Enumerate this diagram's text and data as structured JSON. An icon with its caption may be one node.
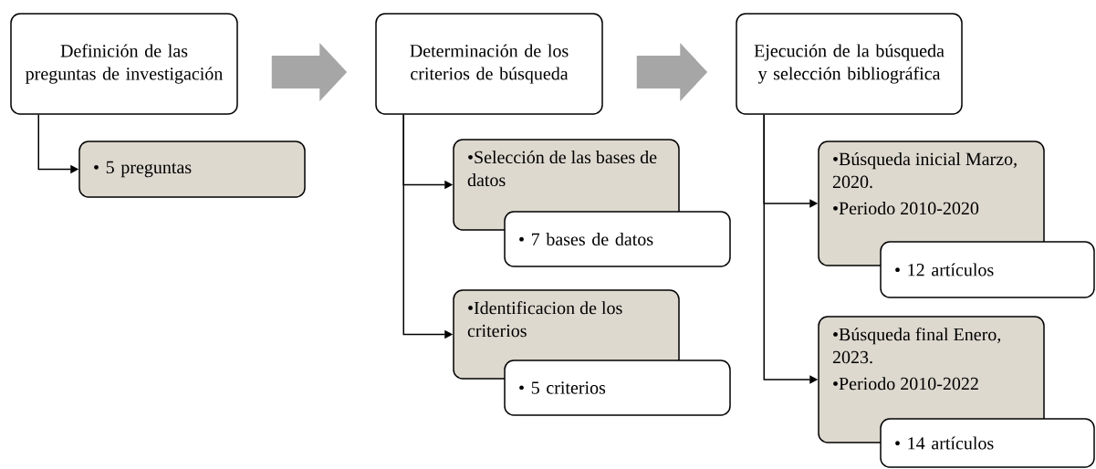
{
  "diagram": {
    "nodes": [
      {
        "text": [
          "Definición de las preguntas de investigación"
        ]
      },
      {
        "text": [
          "• 5 preguntas"
        ]
      },
      {
        "text": [
          "Determinación de los criterios de búsqueda"
        ]
      },
      {
        "text": [
          "•Selección de las bases de datos"
        ]
      },
      {
        "text": [
          "• 7 bases de datos"
        ]
      },
      {
        "text": [
          "•Identificacion de los criterios"
        ]
      },
      {
        "text": [
          "• 5 criterios"
        ]
      },
      {
        "text": [
          "Ejecución de la búsqueda y selección bibliográfica"
        ]
      },
      {
        "text": [
          "•Búsqueda inicial Marzo, 2020.",
          "•Periodo 2010-2020"
        ]
      },
      {
        "text": [
          "• 12 artículos"
        ]
      },
      {
        "text": [
          "•Búsqueda final Enero, 2023.",
          "•Periodo 2010-2022"
        ]
      },
      {
        "text": [
          "• 14 artículos"
        ]
      }
    ],
    "edges": [
      {
        "from": 0,
        "to": 2,
        "arrow": "to",
        "style": "thick",
        "color": "#a6a6a6"
      },
      {
        "from": 2,
        "to": 7,
        "arrow": "to",
        "style": "thick",
        "color": "#a6a6a6"
      },
      {
        "from": 0,
        "to": 1,
        "arrow": "to"
      },
      {
        "from": 2,
        "to": 3,
        "arrow": "to"
      },
      {
        "from": 2,
        "to": 5,
        "arrow": "to"
      },
      {
        "from": 7,
        "to": 8,
        "arrow": "to"
      },
      {
        "from": 7,
        "to": 10,
        "arrow": "to"
      }
    ]
  }
}
